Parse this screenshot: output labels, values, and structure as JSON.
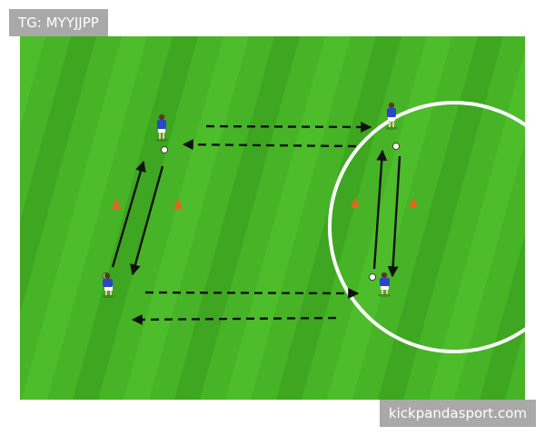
{
  "overlay": {
    "top_left_tag": "TG: MYYJJPP",
    "bottom_right_tag": "kickpandasport.com"
  },
  "colors": {
    "pitch_light": "#4dbd2b",
    "pitch_dark": "#3ea620",
    "line": "#ffffff",
    "arrow": "#111111",
    "cone": "#e0671e",
    "player_shirt": "#2b46c8",
    "player_shorts": "#ffffff",
    "tag_bg": "#a9a9a9"
  },
  "diagram": {
    "players": [
      {
        "id": "player-top-left"
      },
      {
        "id": "player-bottom-left"
      },
      {
        "id": "player-top-right"
      },
      {
        "id": "player-bottom-right"
      }
    ],
    "balls": [
      {
        "id": "ball-top-left"
      },
      {
        "id": "ball-bottom-left"
      },
      {
        "id": "ball-top-right"
      },
      {
        "id": "ball-bottom-right"
      }
    ],
    "cones": [
      {
        "id": "cone-left-1"
      },
      {
        "id": "cone-left-2"
      },
      {
        "id": "cone-right-1"
      },
      {
        "id": "cone-right-2"
      }
    ],
    "arrows": [
      {
        "id": "arrow-top-pass-right",
        "style": "dashed"
      },
      {
        "id": "arrow-top-pass-left",
        "style": "dashed"
      },
      {
        "id": "arrow-bottom-pass-right",
        "style": "dashed"
      },
      {
        "id": "arrow-bottom-pass-left",
        "style": "dashed"
      },
      {
        "id": "arrow-left-run-up",
        "style": "solid"
      },
      {
        "id": "arrow-left-run-down",
        "style": "solid"
      },
      {
        "id": "arrow-right-run-up",
        "style": "solid"
      },
      {
        "id": "arrow-right-run-down",
        "style": "solid"
      }
    ]
  }
}
